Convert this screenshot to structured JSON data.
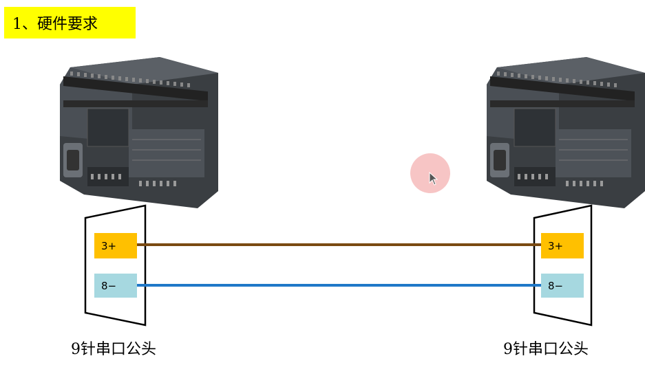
{
  "header": {
    "title": "1、硬件要求"
  },
  "left": {
    "pins": [
      {
        "label": "3+",
        "color": "#ffc000"
      },
      {
        "label": "8−",
        "color": "#a6d8e0"
      }
    ],
    "connector_label": "9针串口公头"
  },
  "right": {
    "pins": [
      {
        "label": "3+",
        "color": "#ffc000"
      },
      {
        "label": "8−",
        "color": "#a6d8e0"
      }
    ],
    "connector_label": "9针串口公头"
  },
  "wires": [
    {
      "from": "3+",
      "to": "3+",
      "color": "#7a4a12"
    },
    {
      "from": "8−",
      "to": "8−",
      "color": "#1f78c8"
    }
  ],
  "icons": {
    "plc": "plc-device-icon",
    "cursor": "mouse-cursor-icon"
  }
}
